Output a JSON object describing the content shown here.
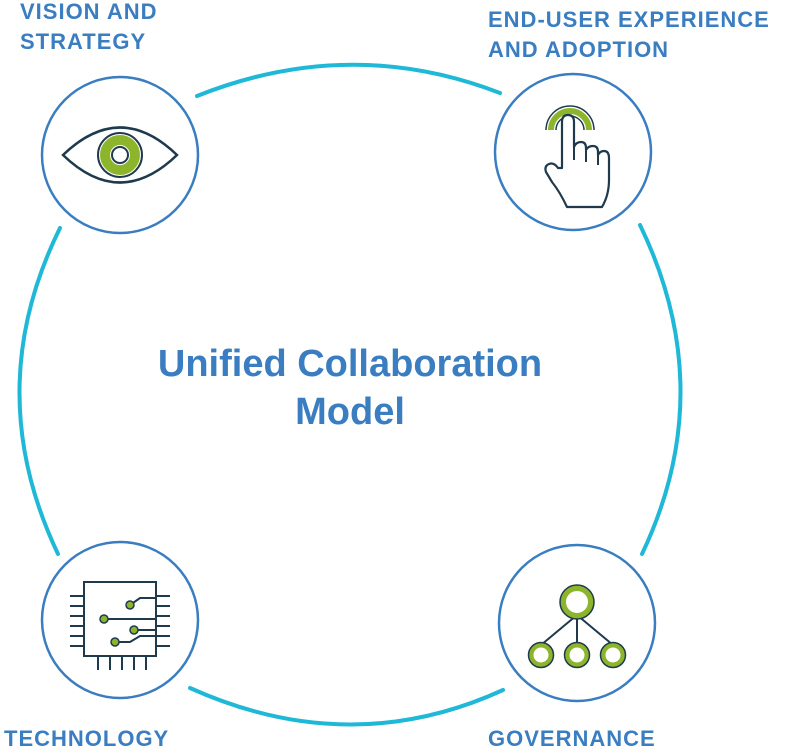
{
  "title": [
    "Unified Collaboration",
    "Model"
  ],
  "nodes": [
    {
      "id": "vision",
      "label": [
        "VISION AND",
        "STRATEGY"
      ],
      "icon": "eye-icon"
    },
    {
      "id": "enduser",
      "label": [
        "END-USER EXPERIENCE",
        "AND ADOPTION"
      ],
      "icon": "touch-hand-icon"
    },
    {
      "id": "technology",
      "label": [
        "TECHNOLOGY"
      ],
      "icon": "circuit-chip-icon"
    },
    {
      "id": "governance",
      "label": [
        "GOVERNANCE"
      ],
      "icon": "hierarchy-icon"
    }
  ],
  "colors": {
    "text": "#3a7dc0",
    "ring": "#1fb8d6",
    "node_border": "#3a7dc0",
    "icon_stroke": "#1f3a4d",
    "accent": "#8db52b"
  }
}
